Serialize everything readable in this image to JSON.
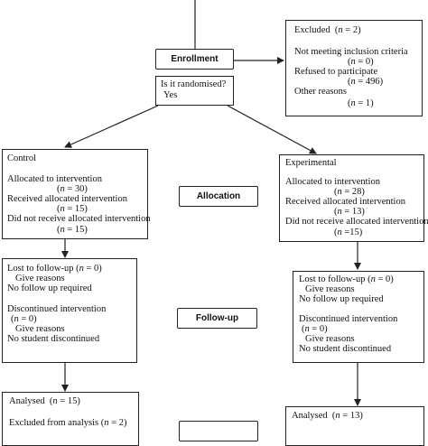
{
  "stages": {
    "enrollment": "Enrollment",
    "allocation": "Allocation",
    "followup": "Follow-up"
  },
  "excluded": {
    "title": "Excluded",
    "n": "2",
    "not_meeting": "Not meeting inclusion criteria",
    "not_meeting_n": "0",
    "refused": "Refused to participate",
    "refused_n": "496",
    "other": "Other reasons",
    "other_n": "1"
  },
  "randomised": {
    "question": "Is it randomised?",
    "answer": "Yes"
  },
  "control": {
    "title": "Control",
    "allocated": "Allocated to intervention",
    "allocated_n": "30",
    "received": "Received allocated intervention",
    "received_n": "15",
    "not_received": "Did not receive allocated intervention",
    "not_received_n": "15"
  },
  "experimental": {
    "title": "Experimental",
    "allocated": "Allocated to intervention",
    "allocated_n": "28",
    "received": "Received allocated intervention",
    "received_n": "13",
    "not_received": "Did not receive allocated intervention",
    "not_received_n": "15"
  },
  "followup_control": {
    "lost": "Lost to follow-up",
    "lost_n": "0",
    "give_reasons": "Give reasons",
    "no_followup": "No follow up required",
    "discontinued": "Discontinued intervention",
    "discontinued_n": "0",
    "give_reasons2": "Give reasons",
    "no_student": "No student discontinued"
  },
  "followup_experimental": {
    "lost": "Lost to follow-up",
    "lost_n": "0",
    "give_reasons": "Give reasons",
    "no_followup": "No follow up required",
    "discontinued": "Discontinued intervention",
    "discontinued_n": "0",
    "give_reasons2": "Give reasons",
    "no_student": "No student discontinued"
  },
  "analysis_control": {
    "analysed": "Analysed",
    "analysed_n": "15",
    "excluded": "Excluded from analysis",
    "excluded_n": "2"
  },
  "analysis_experimental": {
    "analysed": "Analysed",
    "analysed_n": "13"
  }
}
